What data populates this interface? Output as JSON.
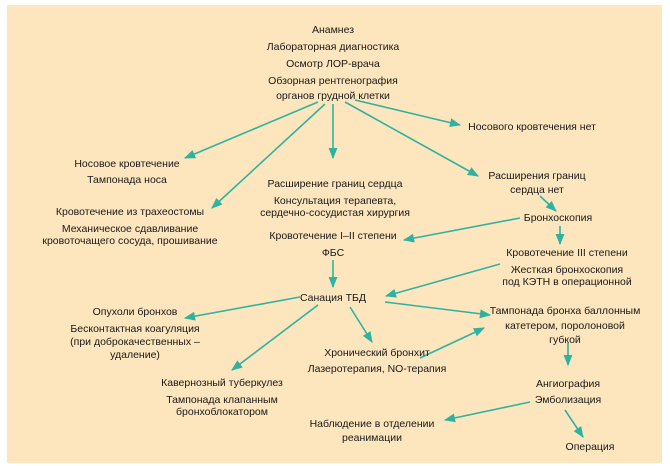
{
  "colors": {
    "background": "#fde5bd",
    "arrow": "#2fb3a0",
    "text": "#1a1a1a"
  },
  "nodes": {
    "start": [
      "Анамнез",
      "Лабораторная диагностика",
      "Осмотр ЛОР-врача",
      "Обзорная рентгенография",
      "органов грудной клетки"
    ],
    "no_nasal": [
      "Носового кровтечения нет"
    ],
    "nasal": [
      "Носовое кровтечение",
      "Тампонада носа"
    ],
    "heart_enlarged": [
      "Расширение границ сердца",
      "Консультация терапевта,",
      "сердечно-сосудистая хирургия"
    ],
    "heart_normal": [
      "Расширения границ",
      "сердца нет"
    ],
    "tracheostomy": [
      "Кровотечение из трахеостомы",
      "Механическое сдавливание",
      "кровоточащего сосуда, прошивание"
    ],
    "bronchoscopy": [
      "Бронхоскопия"
    ],
    "bleeding_1_2": [
      "Кровотечение I–II степени",
      "ФБС"
    ],
    "bleeding_3": [
      "Кровотечение III степени",
      "Жесткая бронхоскопия",
      "под КЭТН в операционной"
    ],
    "sanation": [
      "Санация ТБД"
    ],
    "tumors": [
      "Опухоли бронхов",
      "Бесконтактная коагуляция",
      "(при доброкачественных –",
      "удаление)"
    ],
    "tamponade": [
      "Тампонада бронха баллонным",
      "катетером, поролоновой",
      "губкой"
    ],
    "bronchitis": [
      "Хронический бронхит",
      "Лазеротерапия, NO-терапия"
    ],
    "tuberculosis": [
      "Кавернозный туберкулез",
      "Тампонада клапанным",
      "бронхоблокатором"
    ],
    "angiography": [
      "Ангиография",
      "Эмболизация"
    ],
    "icu": [
      "Наблюдение в отделении",
      "реанимации"
    ],
    "surgery": [
      "Операция"
    ]
  }
}
